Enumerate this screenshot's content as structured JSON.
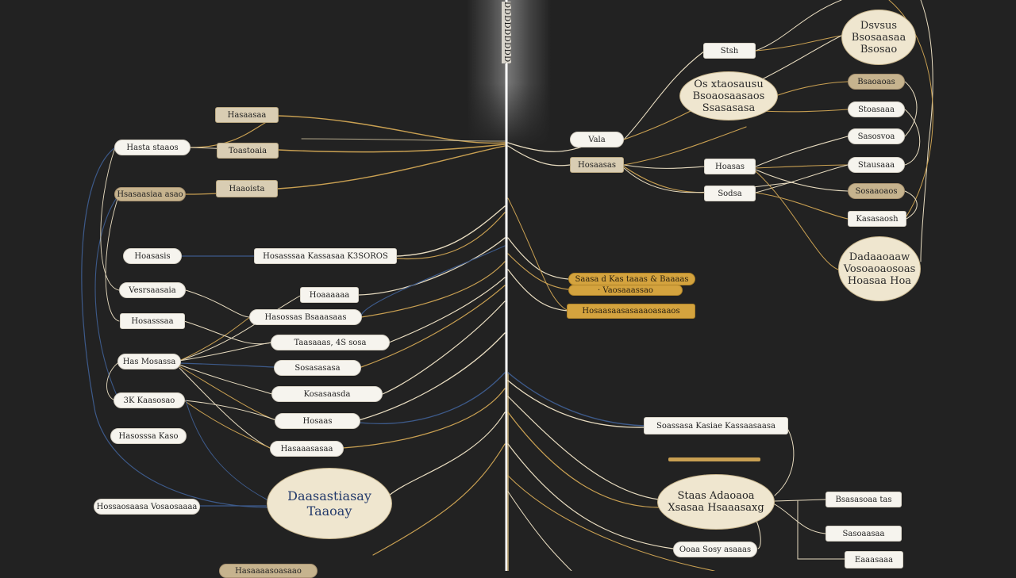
{
  "trunk": {
    "label": "DDDDDDDDDDDDD"
  },
  "colors": {
    "background": "#222222",
    "trunk": "#ffffff",
    "gold": "#c9a052",
    "blue": "#3d5a8a",
    "cream": "#f1ede3"
  },
  "left_nodes": [
    {
      "id": "l1",
      "label": "Hasaasaa",
      "style": "tan"
    },
    {
      "id": "l2",
      "label": "Hasta staaos",
      "style": "white"
    },
    {
      "id": "l3",
      "label": "Toastoaia",
      "style": "tan"
    },
    {
      "id": "l4",
      "label": "Hsasaasiaa asao",
      "style": "tan-pill"
    },
    {
      "id": "l5",
      "label": "Haaoista",
      "style": "tan"
    },
    {
      "id": "l6",
      "label": "Hoasasis",
      "style": "white"
    },
    {
      "id": "l7",
      "label": "Hosasssaa Kassasaa K3SOROS",
      "style": "white"
    },
    {
      "id": "l8",
      "label": "Vesrsaasaia",
      "style": "white"
    },
    {
      "id": "l9",
      "label": "Hoaaaaaa",
      "style": "white"
    },
    {
      "id": "l10",
      "label": "Hosasssaa",
      "style": "white"
    },
    {
      "id": "l11",
      "label": "Hasossas Bsaaasaas",
      "style": "white"
    },
    {
      "id": "l12",
      "label": "Taasaaas, 4S sosa",
      "style": "white"
    },
    {
      "id": "l13",
      "label": "Has Mosassa",
      "style": "white"
    },
    {
      "id": "l14",
      "label": "Sosasasasa",
      "style": "white"
    },
    {
      "id": "l15",
      "label": "Kosasaasda",
      "style": "white"
    },
    {
      "id": "l16",
      "label": "3K Kaasosao",
      "style": "white"
    },
    {
      "id": "l17",
      "label": "Hosaas",
      "style": "white"
    },
    {
      "id": "l18",
      "label": "Hasosssa Kaso",
      "style": "white"
    },
    {
      "id": "l19",
      "label": "Hasaaasasaa",
      "style": "white"
    },
    {
      "id": "l20",
      "label": "Hossaosaasa Vosaosaaaa",
      "style": "white"
    },
    {
      "id": "l21",
      "label": "Hasaaaasoasaao",
      "style": "tan"
    }
  ],
  "left_oval": {
    "line1": "Daasastiasay",
    "line2": "Taaoay"
  },
  "right_nodes": [
    {
      "id": "r1",
      "label": "Stsh",
      "style": "white"
    },
    {
      "id": "r2",
      "label": "Vala",
      "style": "white"
    },
    {
      "id": "r3",
      "label": "Hosaasas",
      "style": "tan"
    },
    {
      "id": "r4",
      "label": "Hoasas",
      "style": "white"
    },
    {
      "id": "r5",
      "label": "Sodsa",
      "style": "white"
    },
    {
      "id": "r6",
      "label": "Bsaoaoas",
      "style": "tan-pill"
    },
    {
      "id": "r7",
      "label": "Stoasaaa",
      "style": "white"
    },
    {
      "id": "r8",
      "label": "Sasosvoa",
      "style": "white"
    },
    {
      "id": "r9",
      "label": "Stausaaa",
      "style": "white"
    },
    {
      "id": "r10",
      "label": "Sosaaoaos",
      "style": "tan-pill"
    },
    {
      "id": "r11",
      "label": "Kasasaosh",
      "style": "white"
    },
    {
      "id": "r12",
      "label": "Saasa d Kas taaas & Baaaas",
      "style": "gold"
    },
    {
      "id": "r13",
      "label": "· Vaosaaassao",
      "style": "gold"
    },
    {
      "id": "r14",
      "label": "Hosaasaasasaaaoasaaos",
      "style": "gold"
    },
    {
      "id": "r15",
      "label": "Soassasa Kasiae Kassaasaasa",
      "style": "white"
    },
    {
      "id": "r16",
      "label": "Bsasasoaa tas",
      "style": "white"
    },
    {
      "id": "r17",
      "label": "Sasoaasaa",
      "style": "white"
    },
    {
      "id": "r18",
      "label": "Ooaa Sosy asaaas",
      "style": "white"
    },
    {
      "id": "r19",
      "label": "Eaaasaaa",
      "style": "white"
    }
  ],
  "right_ovals": {
    "top": {
      "line1": "Dsvsus",
      "line2": "Bsosaasaa",
      "line3": "Bsosao"
    },
    "upper_mid": {
      "line1": "Os xtaosausu",
      "line2": "Bsoaosaasaos",
      "line3": "Ssasasasa"
    },
    "lower": {
      "line1": "Dadaaoaaw",
      "line2": "Vosoaoaosoas",
      "line3": "Hoasaa Hoa"
    },
    "bottom_title": {
      "line1": "Staas Adaoaoa",
      "line2": "Xsasaa Hsaaasaxg"
    }
  }
}
